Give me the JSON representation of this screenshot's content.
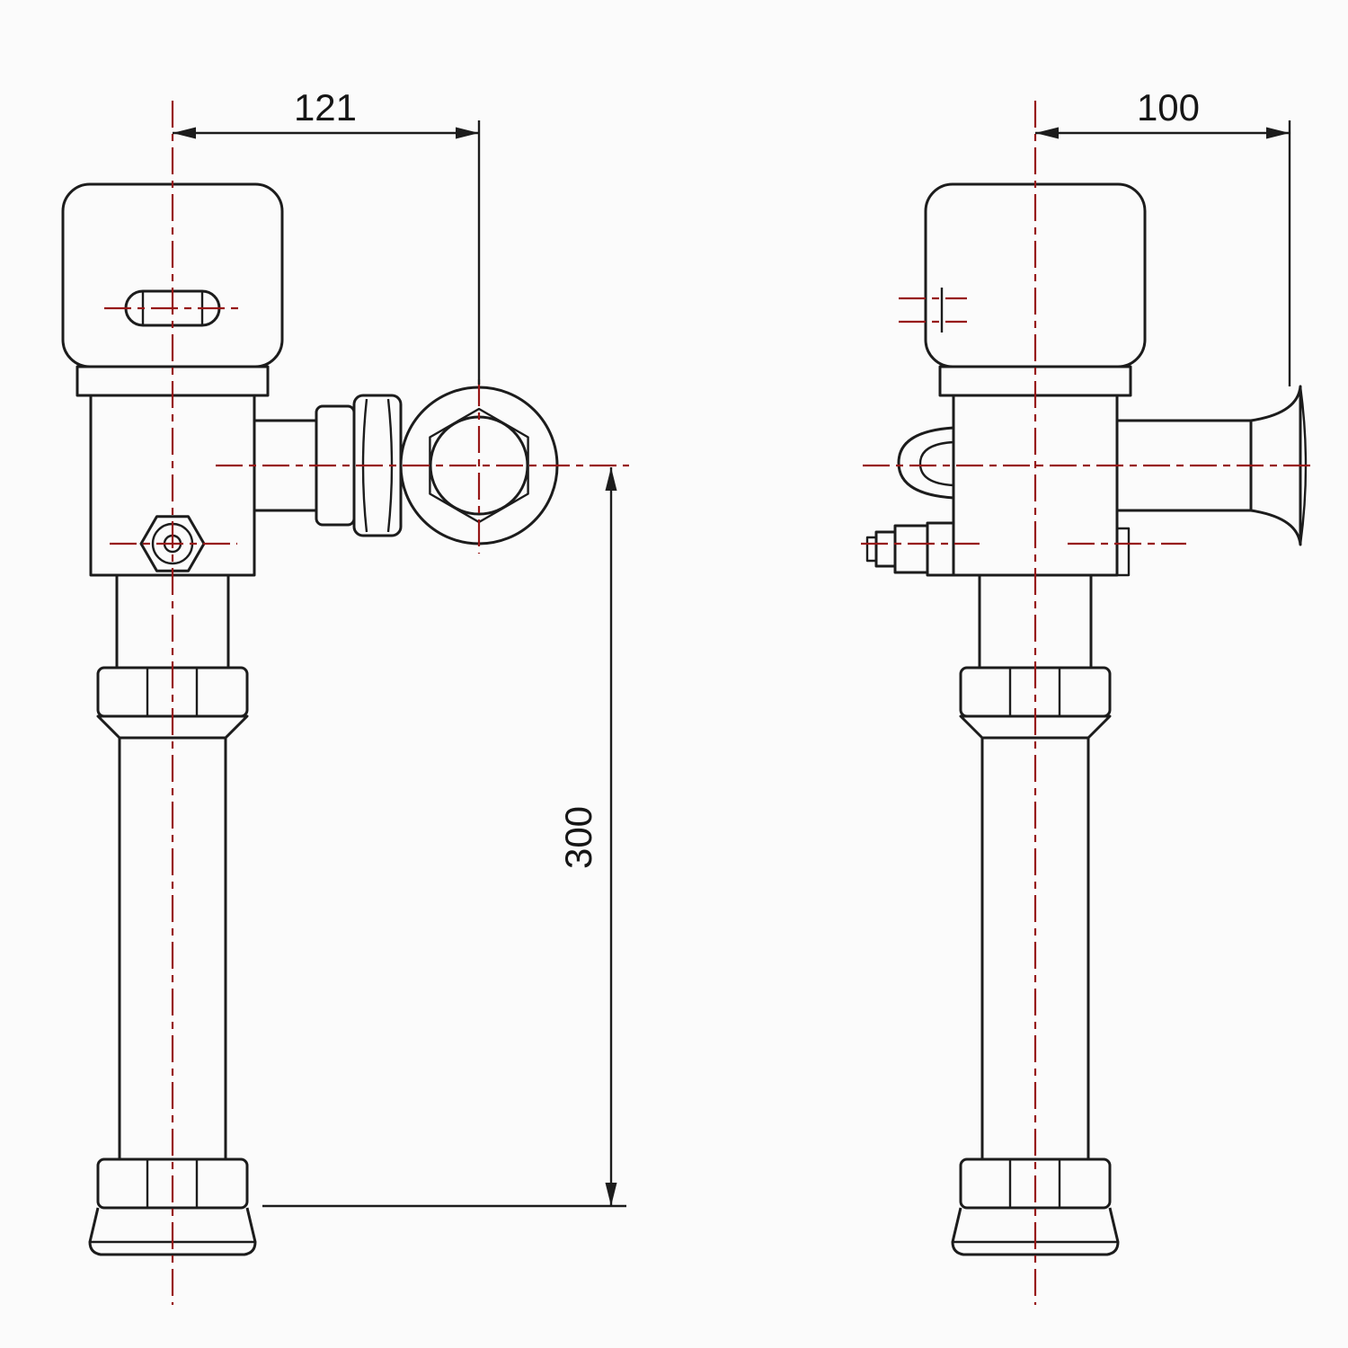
{
  "drawing": {
    "dimensions": {
      "front_width": {
        "value": "121"
      },
      "side_offset": {
        "value": "100"
      },
      "height": {
        "value": "300"
      }
    },
    "colors": {
      "outline": "#1c1c1c",
      "centerline": "#971616",
      "background": "#fbfbfb",
      "dim_text": "#161616"
    }
  }
}
